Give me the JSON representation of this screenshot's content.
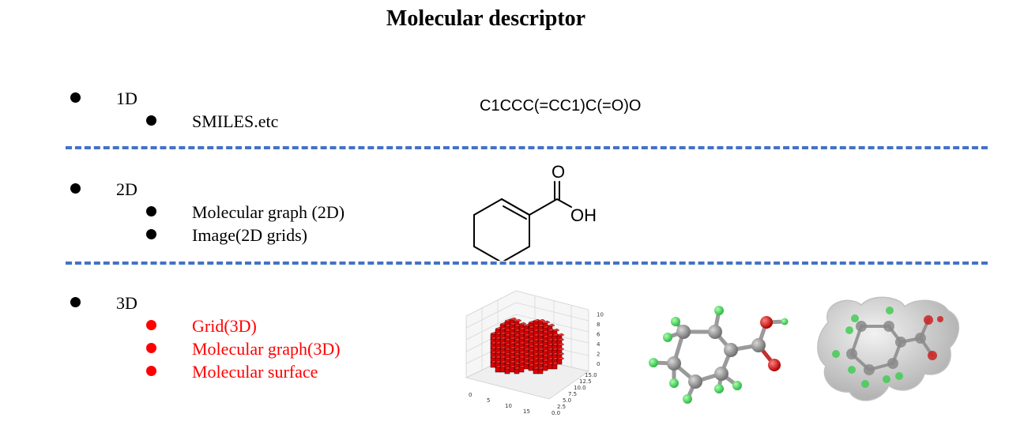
{
  "title": "Molecular descriptor",
  "sections": [
    {
      "label": "1D",
      "items": [
        {
          "text": "SMILES.etc",
          "highlight": false
        }
      ]
    },
    {
      "label": "2D",
      "items": [
        {
          "text": "Molecular graph (2D)",
          "highlight": false
        },
        {
          "text": "Image(2D grids)",
          "highlight": false
        }
      ]
    },
    {
      "label": "3D",
      "items": [
        {
          "text": "Grid(3D)",
          "highlight": true
        },
        {
          "text": "Molecular graph(3D)",
          "highlight": true
        },
        {
          "text": "Molecular surface",
          "highlight": true
        }
      ]
    }
  ],
  "smiles": "C1CCC(=CC1)C(=O)O",
  "structure": {
    "oxygen_label": "O",
    "hydroxyl_label": "OH"
  },
  "grid_plot": {
    "z_ticks": [
      "0",
      "2",
      "4",
      "6",
      "8",
      "10"
    ],
    "x_ticks": [
      "0",
      "5",
      "10",
      "15"
    ],
    "y_ticks": [
      "0.0",
      "2.5",
      "5.0",
      "7.5",
      "10.0",
      "12.5",
      "15.0"
    ]
  },
  "colors": {
    "highlight": "#ff0000",
    "divider": "#4472c4",
    "carbon": "#8c8c8c",
    "hydrogen": "#55dd55",
    "oxygen": "#dd1111",
    "voxel": "#dd0000"
  }
}
